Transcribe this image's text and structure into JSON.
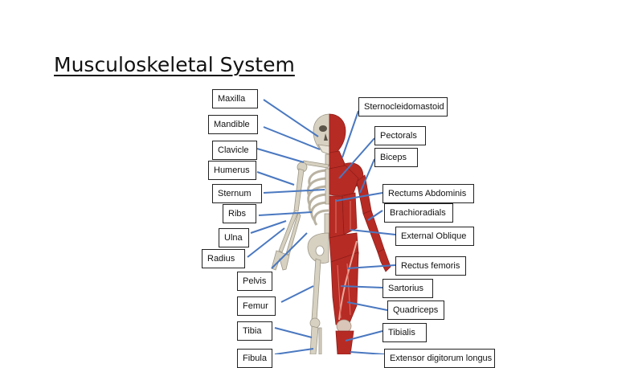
{
  "page": {
    "title": "Musculoskeletal System"
  },
  "colors": {
    "leader_line": "#4a78c0",
    "muscle": "#b72b25",
    "muscle_dark": "#8e1d18",
    "bone": "#d7d1c2",
    "bone_shadow": "#9c9686"
  },
  "labels": {
    "maxilla": "Maxilla",
    "mandible": "Mandible",
    "clavicle": "Clavicle",
    "humerus": "Humerus",
    "sternum": "Sternum",
    "ribs": "Ribs",
    "ulna": "Ulna",
    "radius": "Radius",
    "pelvis": "Pelvis",
    "femur": "Femur",
    "tibia": "Tibia",
    "fibula": "Fibula",
    "sternocleidomastoid": "Sternocleidomastoid",
    "pectorals": "Pectorals",
    "biceps": "Biceps",
    "rectus_abdominis": "Rectums Abdominis",
    "brachioradialis": "Brachioradials",
    "external_oblique": "External Oblique",
    "rectus_femoris": "Rectus femoris",
    "sartorius": "Sartorius",
    "quadriceps": "Quadriceps",
    "tibialis": "Tibialis",
    "extensor_digitorum": "Extensor digitorum longus"
  }
}
